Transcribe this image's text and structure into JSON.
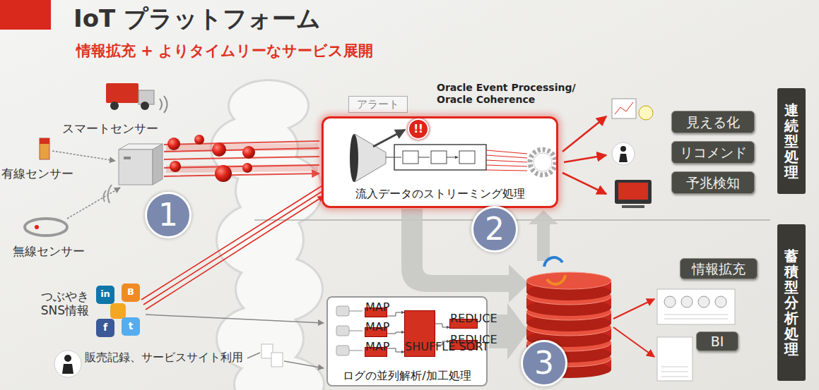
{
  "diagram": {
    "title": "IoT プラットフォーム",
    "nodes": [
      {
        "text": [
          "アラート"
        ]
      },
      {
        "text": [
          "!!"
        ]
      },
      {
        "text": [
          "Oracle Event Processing/ Oracle Coherence",
          "流入データのストリーミング処理"
        ]
      },
      {
        "text": [
          "見える化"
        ]
      },
      {
        "text": [
          "リコメンド"
        ]
      },
      {
        "text": [
          "予兆検知"
        ]
      },
      {
        "text": [
          "連続型処理"
        ]
      },
      {
        "text": [
          "1"
        ]
      },
      {
        "text": [
          "2"
        ]
      },
      {
        "text": [
          "情報拡充"
        ]
      },
      {
        "text": [
          "蓄積型分析処理"
        ]
      },
      {
        "text": [
          "ログの並列解析/加工処理"
        ]
      },
      {
        "text": [
          "MAP"
        ],
        "in": 11
      },
      {
        "text": [
          "MAP"
        ],
        "in": 11
      },
      {
        "text": [
          "MAP"
        ],
        "in": 11
      },
      {
        "text": [
          "SHUFFLE SORT"
        ],
        "in": 11
      },
      {
        "text": [
          "REDUCE"
        ],
        "in": 11
      },
      {
        "text": [
          "REDUCE"
        ],
        "in": 11
      },
      {
        "text": [
          "BI"
        ]
      },
      {
        "text": [
          "3"
        ]
      }
    ],
    "edges": [
      {
        "from": 12,
        "to": 15,
        "arrow": "to"
      },
      {
        "from": 13,
        "to": 15,
        "arrow": "to"
      },
      {
        "from": 14,
        "to": 15,
        "arrow": "to"
      },
      {
        "from": 15,
        "to": 16,
        "arrow": "to"
      },
      {
        "from": 15,
        "to": 17,
        "arrow": "to"
      }
    ],
    "labels": [
      "情報拡充 + よりタイムリーなサービス展開",
      "スマートセンサー",
      "有線センサー",
      "無線センサー",
      "つぶやき SNS情報",
      "販売記録、サービスサイト利用",
      "in",
      "B",
      "f",
      "t"
    ]
  }
}
